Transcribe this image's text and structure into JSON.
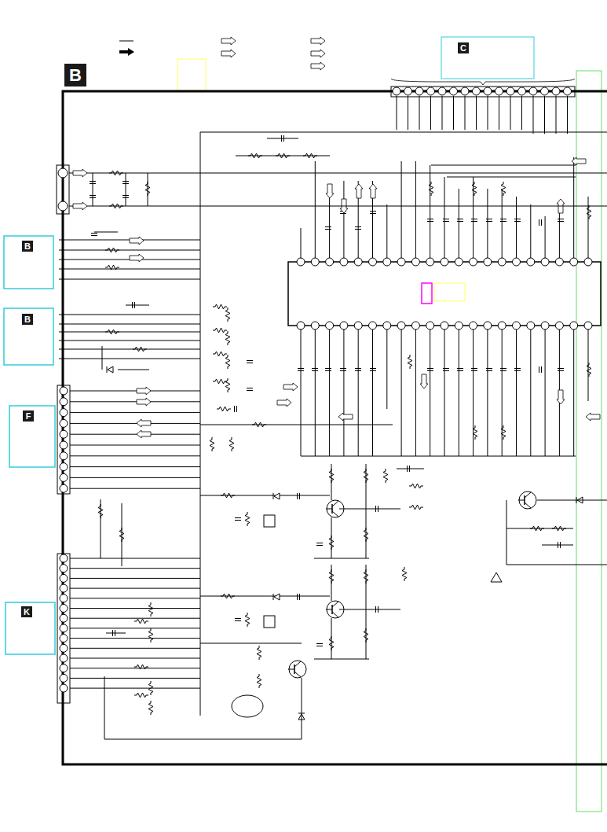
{
  "diagram": {
    "nodes": [
      {
        "text": [
          "B"
        ]
      },
      {
        "text": [
          "C"
        ]
      },
      {
        "text": [
          "B"
        ]
      },
      {
        "text": [
          "B"
        ]
      },
      {
        "text": [
          "F"
        ]
      },
      {
        "text": [
          "K"
        ]
      }
    ]
  }
}
